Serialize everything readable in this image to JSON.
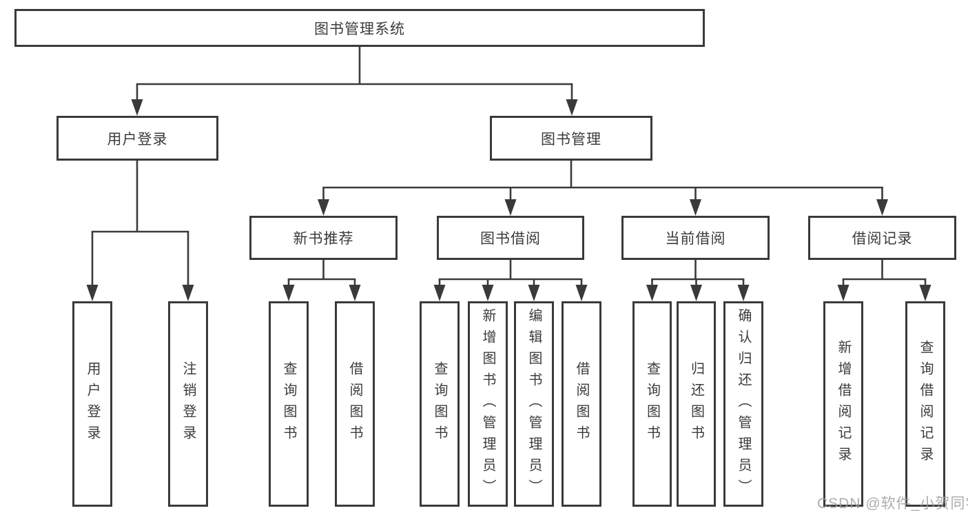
{
  "tree": {
    "label": "图书管理系统",
    "children": [
      {
        "label": "用户登录",
        "children": [
          {
            "label": "用户登录"
          },
          {
            "label": "注销登录"
          }
        ]
      },
      {
        "label": "图书管理",
        "children": [
          {
            "label": "新书推荐",
            "children": [
              {
                "label": "查询图书"
              },
              {
                "label": "借阅图书"
              }
            ]
          },
          {
            "label": "图书借阅",
            "children": [
              {
                "label": "查询图书"
              },
              {
                "label": "新增图书（管理员）"
              },
              {
                "label": "编辑图书（管理员）"
              },
              {
                "label": "借阅图书"
              }
            ]
          },
          {
            "label": "当前借阅",
            "children": [
              {
                "label": "查询图书"
              },
              {
                "label": "归还图书"
              },
              {
                "label": "确认归还（管理员）"
              }
            ]
          },
          {
            "label": "借阅记录",
            "children": [
              {
                "label": "新增借阅记录"
              },
              {
                "label": "查询借阅记录"
              }
            ]
          }
        ]
      }
    ]
  },
  "watermark": {
    "text": "CSDN @软件_小贺同学"
  },
  "colors": {
    "line": "#3a3a3a",
    "box_border": "#3a3a3a",
    "text": "#3b3b3b",
    "background": "#ffffff",
    "watermark": "#9e9e9e"
  }
}
